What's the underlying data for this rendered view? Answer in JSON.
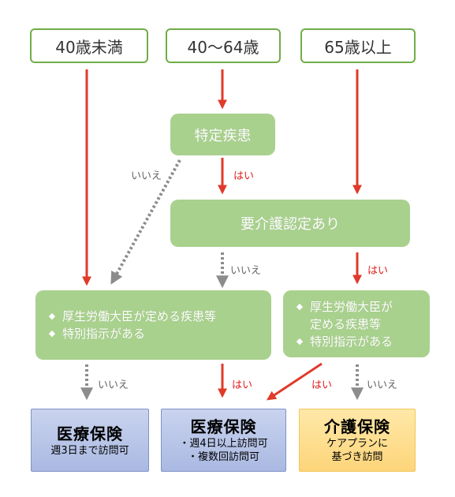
{
  "ages": [
    "40歳未満",
    "40〜64歳",
    "65歳以上"
  ],
  "decisions": {
    "specific_disease": "特定疾患",
    "care_certified": "要介護認定あり"
  },
  "conditions": {
    "left": [
      "厚生労働大臣が定める疾患等",
      "特別指示がある"
    ],
    "right": [
      "厚生労働大臣が",
      "定める疾患等",
      "特別指示がある"
    ]
  },
  "labels": {
    "yes": "はい",
    "no": "いいえ"
  },
  "results": {
    "medical_1": {
      "title": "医療保険",
      "lines": [
        "週3日まで訪問可"
      ]
    },
    "medical_2": {
      "title": "医療保険",
      "lines": [
        "・週4日以上訪問可",
        "・複数回訪問可"
      ]
    },
    "care": {
      "title": "介護保険",
      "lines": [
        "ケアプランに",
        "基づき訪問"
      ]
    }
  },
  "colors": {
    "box_green": "#a9d18e",
    "border_green": "#70ad47",
    "arrow_red": "#e03a2a",
    "arrow_gray": "#8c8c8c",
    "result_blue": "#b4c3e8",
    "result_yellow": "#fdd98a"
  }
}
